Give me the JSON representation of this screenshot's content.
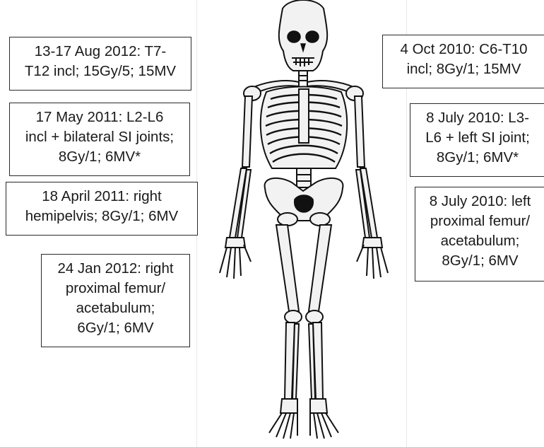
{
  "annotations": {
    "left": [
      "13-17 Aug 2012: T7-\nT12 incl; 15Gy/5; 15MV",
      "17 May 2011: L2-L6\nincl + bilateral SI joints;\n8Gy/1; 6MV*",
      "18 April 2011: right\nhemipelvis; 8Gy/1; 6MV",
      "24 Jan 2012: right\nproximal femur/\nacetabulum;\n6Gy/1; 6MV"
    ],
    "right": [
      "4 Oct 2010: C6-T10\nincl; 8Gy/1; 15MV",
      "8 July 2010: L3-\nL6 + left SI joint;\n8Gy/1; 6MV*",
      "8 July 2010: left\nproximal femur/\nacetabulum;\n8Gy/1; 6MV"
    ]
  },
  "colors": {
    "box_border": "#2a2a2a",
    "text": "#1a1a1a",
    "bone": "#111111"
  },
  "figure": {
    "skeleton": "skeleton-anterior-view"
  }
}
